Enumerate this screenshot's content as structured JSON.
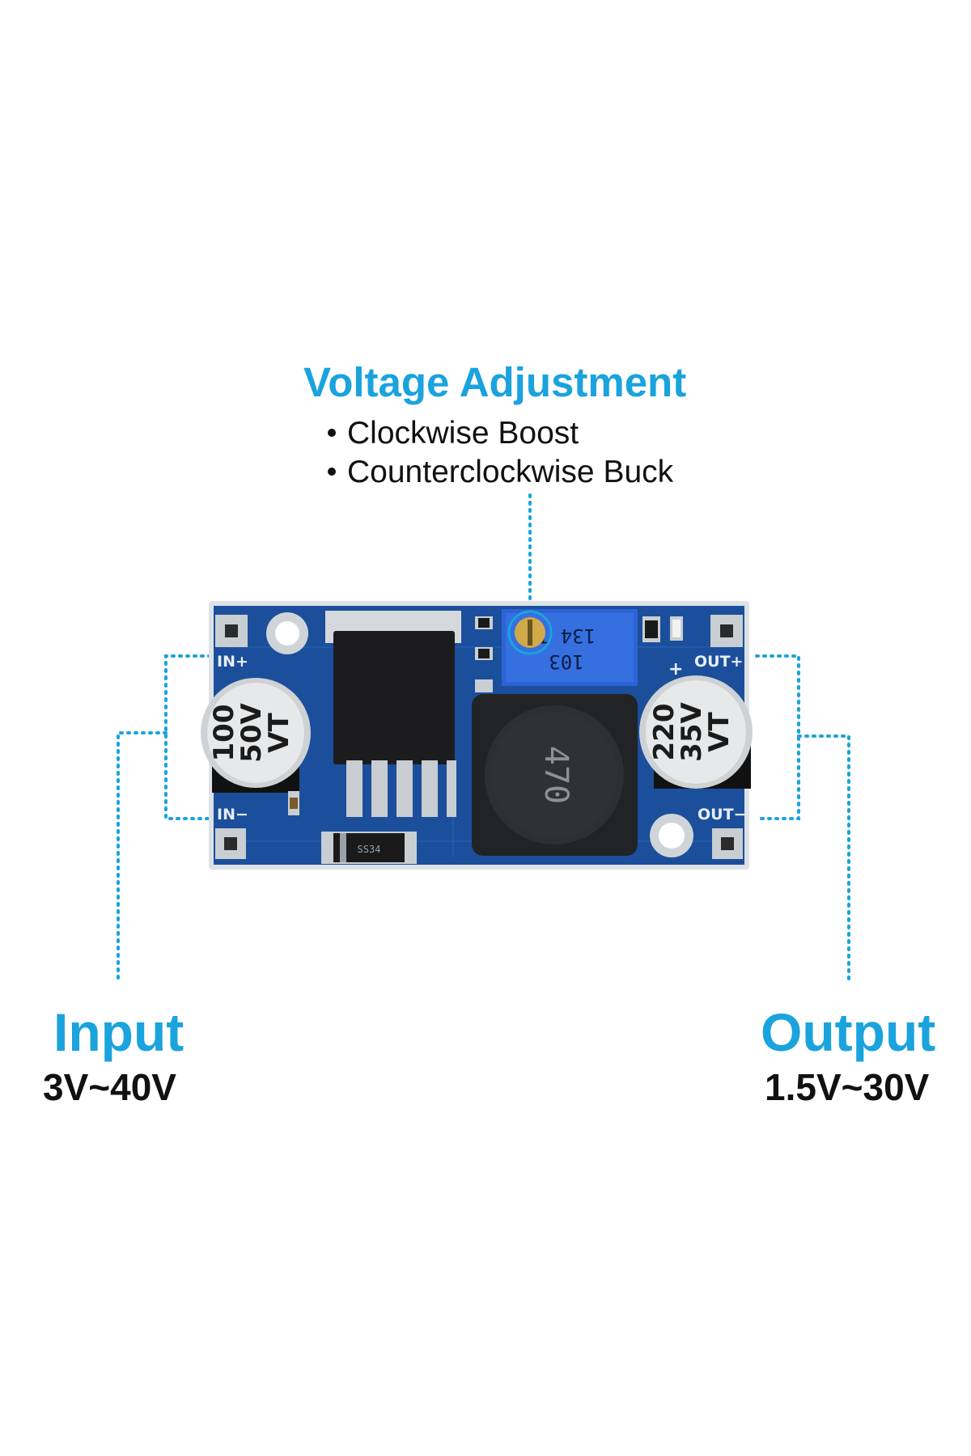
{
  "heading": "Voltage Adjustment",
  "bullets": [
    "Clockwise Boost",
    "Counterclockwise Buck"
  ],
  "input": {
    "label": "Input",
    "range": "3V~40V"
  },
  "output": {
    "label": "Output",
    "range": "1.5V~30V"
  },
  "board": {
    "pins": {
      "in_plus": "IN+",
      "in_minus": "IN−",
      "out_plus": "OUT+",
      "out_minus": "OUT−",
      "plus_sign": "+"
    },
    "cap_left": [
      "100",
      "50V",
      "VT"
    ],
    "cap_right": [
      "220",
      "35V",
      "VT"
    ],
    "inductor": "470",
    "pot": [
      "103",
      "134 T"
    ],
    "diode": "SS34"
  },
  "colors": {
    "accent": "#1aa3dd",
    "pcb": "#1b4f9c",
    "pot": "#2c63d6"
  }
}
